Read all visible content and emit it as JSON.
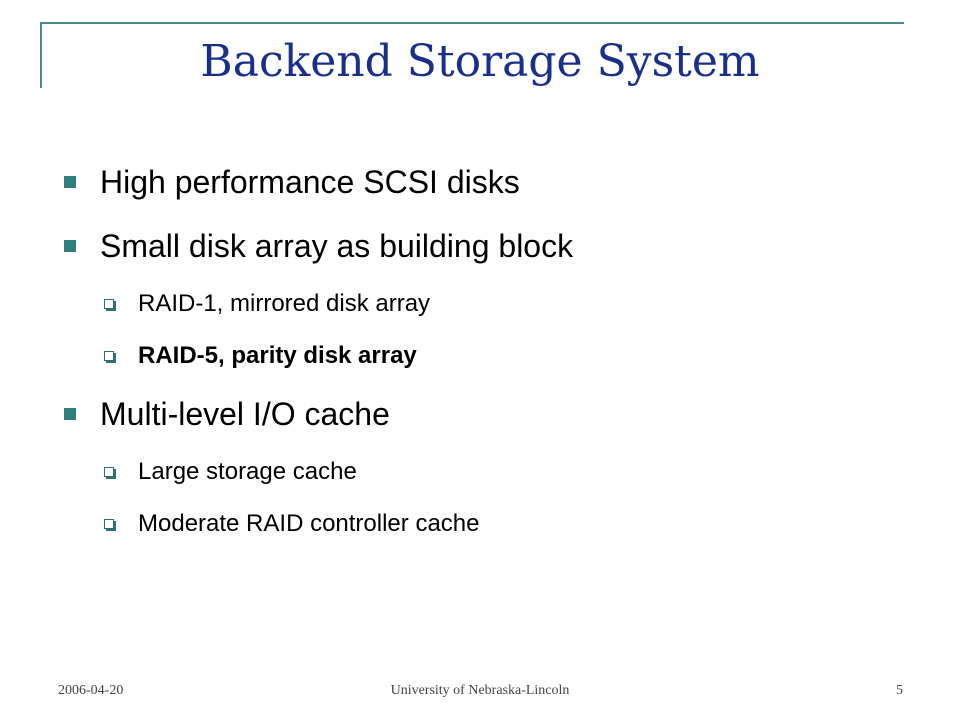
{
  "slide": {
    "title": "Backend Storage System",
    "accent_color": "#2f7f7f",
    "title_color": "#1a2f8a",
    "bullets": [
      {
        "text": "High performance SCSI disks",
        "level": 1,
        "icon": "teal-square-bullet"
      },
      {
        "text": "Small disk array as building block",
        "level": 1,
        "icon": "teal-square-bullet"
      },
      {
        "text": "RAID-1, mirrored disk array",
        "level": 2,
        "icon": "hollow-box-bullet"
      },
      {
        "text": "RAID-5, parity disk array",
        "level": 2,
        "icon": "hollow-box-bullet",
        "bold": true
      },
      {
        "text": "Multi-level I/O cache",
        "level": 1,
        "icon": "teal-square-bullet"
      },
      {
        "text": "Large storage cache",
        "level": 2,
        "icon": "hollow-box-bullet"
      },
      {
        "text": "Moderate RAID controller cache",
        "level": 2,
        "icon": "hollow-box-bullet"
      }
    ]
  },
  "footer": {
    "date": "2006-04-20",
    "organization": "University of Nebraska-Lincoln",
    "page_number": "5"
  }
}
